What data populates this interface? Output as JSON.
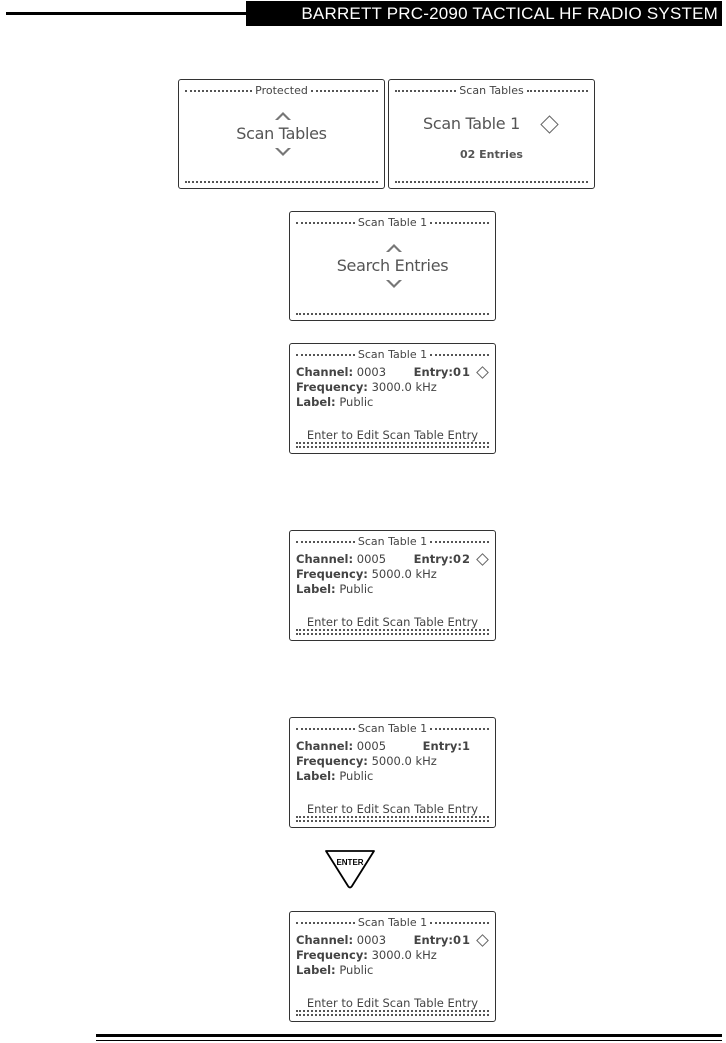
{
  "header": {
    "title": "BARRETT PRC-2090 TACTICAL HF RADIO SYSTEM"
  },
  "screens": {
    "protected": {
      "title": "Protected",
      "main": "Scan Tables"
    },
    "scan_tables": {
      "title": "Scan Tables",
      "main": "Scan Table 1",
      "sub": "02 Entries"
    },
    "search": {
      "title": "Scan Table 1",
      "main": "Search Entries"
    },
    "entry1": {
      "title": "Scan Table 1",
      "channel_label": "Channel:",
      "channel": "0003",
      "entry_label": "Entry:",
      "entry": "01",
      "freq_label": "Frequency:",
      "freq": "3000.0 kHz",
      "label_label": "Label:",
      "label": "Public",
      "footer": "Enter to Edit Scan Table Entry"
    },
    "entry2": {
      "title": "Scan Table 1",
      "channel_label": "Channel:",
      "channel": "0005",
      "entry_label": "Entry:",
      "entry": "02",
      "freq_label": "Frequency:",
      "freq": "5000.0 kHz",
      "label_label": "Label:",
      "label": "Public",
      "footer": "Enter to Edit Scan Table Entry"
    },
    "entry3": {
      "title": "Scan Table 1",
      "channel_label": "Channel:",
      "channel": "0005",
      "entry_label": "Entry:",
      "entry": "1",
      "freq_label": "Frequency:",
      "freq": "5000.0 kHz",
      "label_label": "Label:",
      "label": "Public",
      "footer": "Enter to Edit Scan Table Entry"
    },
    "entry4": {
      "title": "Scan Table 1",
      "channel_label": "Channel:",
      "channel": "0003",
      "entry_label": "Entry:",
      "entry": "01",
      "freq_label": "Frequency:",
      "freq": "3000.0 kHz",
      "label_label": "Label:",
      "label": "Public",
      "footer": "Enter to Edit Scan Table Entry"
    }
  },
  "enter_button": {
    "label": "ENTER"
  }
}
